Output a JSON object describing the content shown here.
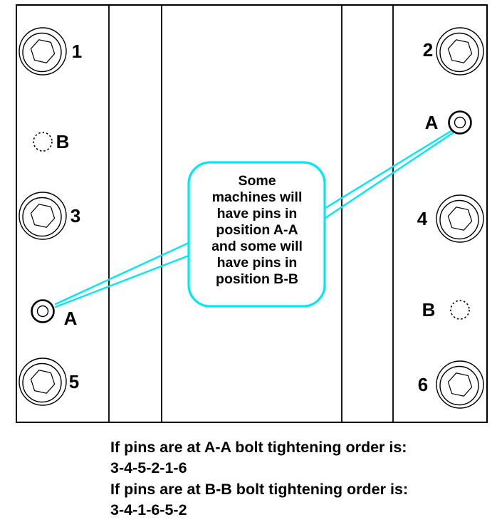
{
  "diagram": {
    "bolt_labels": [
      "1",
      "2",
      "3",
      "4",
      "5",
      "6"
    ],
    "pin_a_label": "A",
    "pin_b_label": "B",
    "callout_lines": [
      "Some",
      "machines will",
      "have pins in",
      "position A-A",
      "and some will",
      "have pins in",
      "position B-B"
    ]
  },
  "caption": {
    "lines": [
      "If pins are at A-A bolt tightening order is:",
      "3-4-5-2-1-6",
      "If pins are at B-B bolt tightening order is:",
      "3-4-1-6-5-2"
    ]
  },
  "colors": {
    "accent_cyan": "#00e8f8",
    "ink": "#000000",
    "background": "#ffffff"
  }
}
